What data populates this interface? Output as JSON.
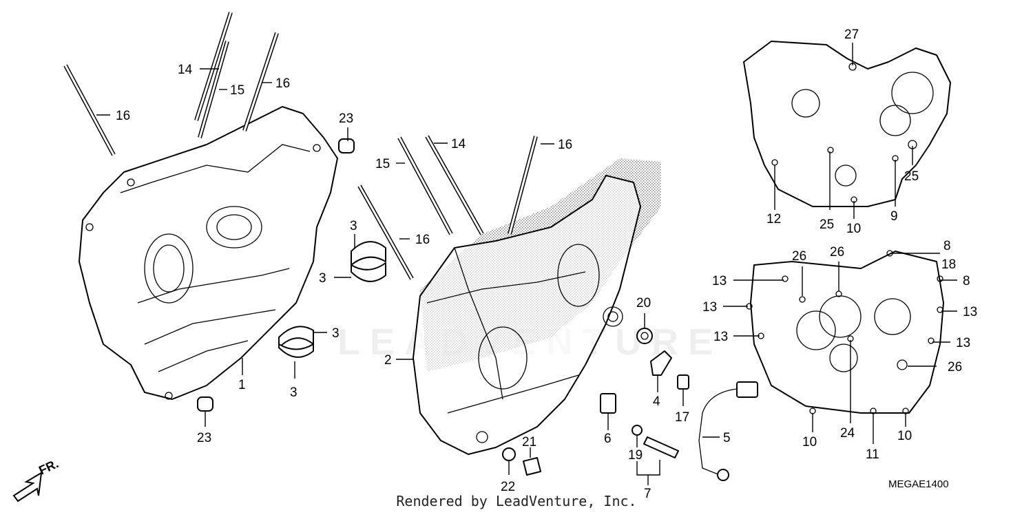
{
  "callouts": [
    {
      "id": "c27a",
      "text": "27"
    },
    {
      "id": "c14a",
      "text": "14"
    },
    {
      "id": "c15a",
      "text": "15"
    },
    {
      "id": "c16a",
      "text": "16"
    },
    {
      "id": "c16b",
      "text": "16"
    },
    {
      "id": "c23a",
      "text": "23"
    },
    {
      "id": "c14b",
      "text": "14"
    },
    {
      "id": "c15b",
      "text": "15"
    },
    {
      "id": "c16c",
      "text": "16"
    },
    {
      "id": "c16d",
      "text": "16"
    },
    {
      "id": "c3a",
      "text": "3"
    },
    {
      "id": "c3b",
      "text": "3"
    },
    {
      "id": "c3c",
      "text": "3"
    },
    {
      "id": "c3d",
      "text": "3"
    },
    {
      "id": "c1",
      "text": "1"
    },
    {
      "id": "c23b",
      "text": "23"
    },
    {
      "id": "c2",
      "text": "2"
    },
    {
      "id": "c20",
      "text": "20"
    },
    {
      "id": "c4",
      "text": "4"
    },
    {
      "id": "c17",
      "text": "17"
    },
    {
      "id": "c6",
      "text": "6"
    },
    {
      "id": "c21",
      "text": "21"
    },
    {
      "id": "c22",
      "text": "22"
    },
    {
      "id": "c19",
      "text": "19"
    },
    {
      "id": "c7",
      "text": "7"
    },
    {
      "id": "c5",
      "text": "5"
    },
    {
      "id": "c12",
      "text": "12"
    },
    {
      "id": "c25a",
      "text": "25"
    },
    {
      "id": "c10a",
      "text": "10"
    },
    {
      "id": "c9",
      "text": "9"
    },
    {
      "id": "c25b",
      "text": "25"
    },
    {
      "id": "c8a",
      "text": "8"
    },
    {
      "id": "c18",
      "text": "18"
    },
    {
      "id": "c8b",
      "text": "8"
    },
    {
      "id": "c26a",
      "text": "26"
    },
    {
      "id": "c26b",
      "text": "26"
    },
    {
      "id": "c13a",
      "text": "13"
    },
    {
      "id": "c13b",
      "text": "13"
    },
    {
      "id": "c13c",
      "text": "13"
    },
    {
      "id": "c13d",
      "text": "13"
    },
    {
      "id": "c13e",
      "text": "13"
    },
    {
      "id": "c26c",
      "text": "26"
    },
    {
      "id": "c10b",
      "text": "10"
    },
    {
      "id": "c24",
      "text": "24"
    },
    {
      "id": "c11",
      "text": "11"
    },
    {
      "id": "c10c",
      "text": "10"
    }
  ],
  "direction_label": "FR.",
  "watermark": "LEADVENTURE",
  "diagram_code": "MEGAE1400",
  "footer": "Rendered by LeadVenture, Inc."
}
